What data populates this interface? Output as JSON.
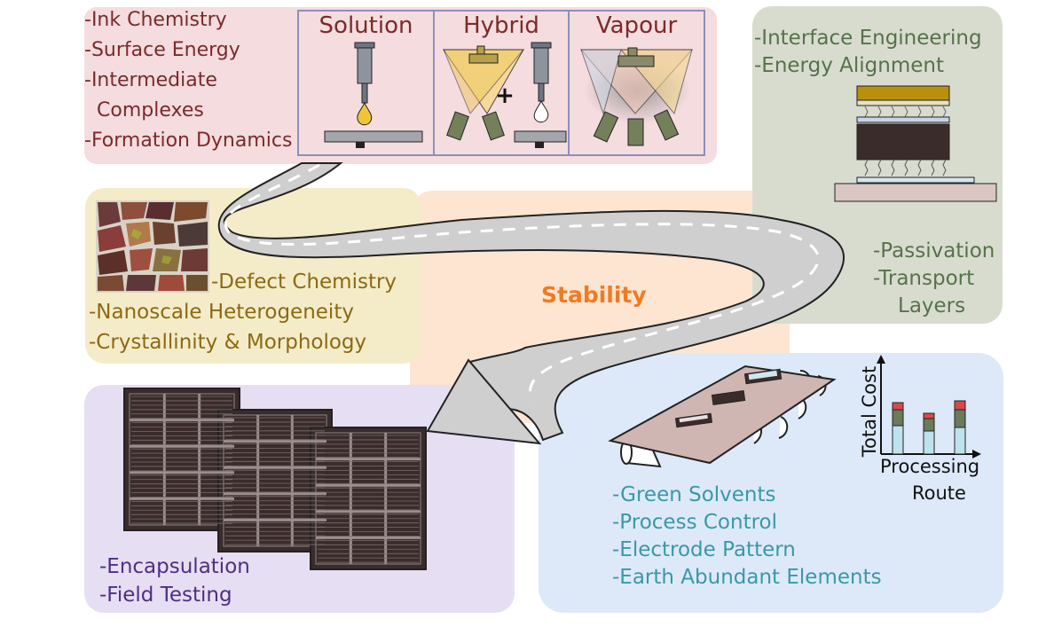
{
  "colors": {
    "pink_panel": "#f5dcdf",
    "pink_text": "#7b2a2a",
    "yellow_panel": "#f4ecc8",
    "yellow_text": "#8c6914",
    "green_panel": "#d8dccf",
    "green_text": "#56724a",
    "purple_panel": "#e6def3",
    "purple_text": "#4f2f80",
    "blue_panel": "#dde9f9",
    "blue_text": "#3a98a6",
    "stability_panel": "#fde5d2",
    "stability_text": "#f07a22",
    "road": "#cfcfcf"
  },
  "fabrication": {
    "bullets": [
      "-Ink Chemistry",
      "-Surface Energy",
      "-Intermediate",
      " Complexes",
      "-Formation Dynamics"
    ],
    "methods": [
      "Solution",
      "Hybrid",
      "Vapour"
    ],
    "plus_sign": "+"
  },
  "defects": {
    "bullets": [
      "-Defect Chemistry",
      "-Nanoscale Heterogeneity",
      "-Crystallinity & Morphology"
    ]
  },
  "interfaces": {
    "bullets_top": [
      "-Interface Engineering",
      "-Energy Alignment"
    ],
    "bullets_bottom": [
      "-Passivation",
      "-Transport",
      "Layers"
    ]
  },
  "center": {
    "label": "Stability"
  },
  "deployment": {
    "bullets": [
      "-Encapsulation",
      "-Field Testing"
    ]
  },
  "manufacturing": {
    "bullets": [
      "-Green Solvents",
      "-Process Control",
      "-Electrode Pattern",
      "-Earth Abundant Elements"
    ]
  },
  "cost_chart": {
    "ylabel": "Total Cost",
    "xlabel": [
      "Processing",
      "Route"
    ]
  },
  "icons": [
    "pipette-icon",
    "deposition-cone-icon",
    "perovskite-grains-icon",
    "device-stack-icon",
    "solar-panel-icon",
    "roll-to-roll-icon",
    "road-arrow-icon"
  ]
}
